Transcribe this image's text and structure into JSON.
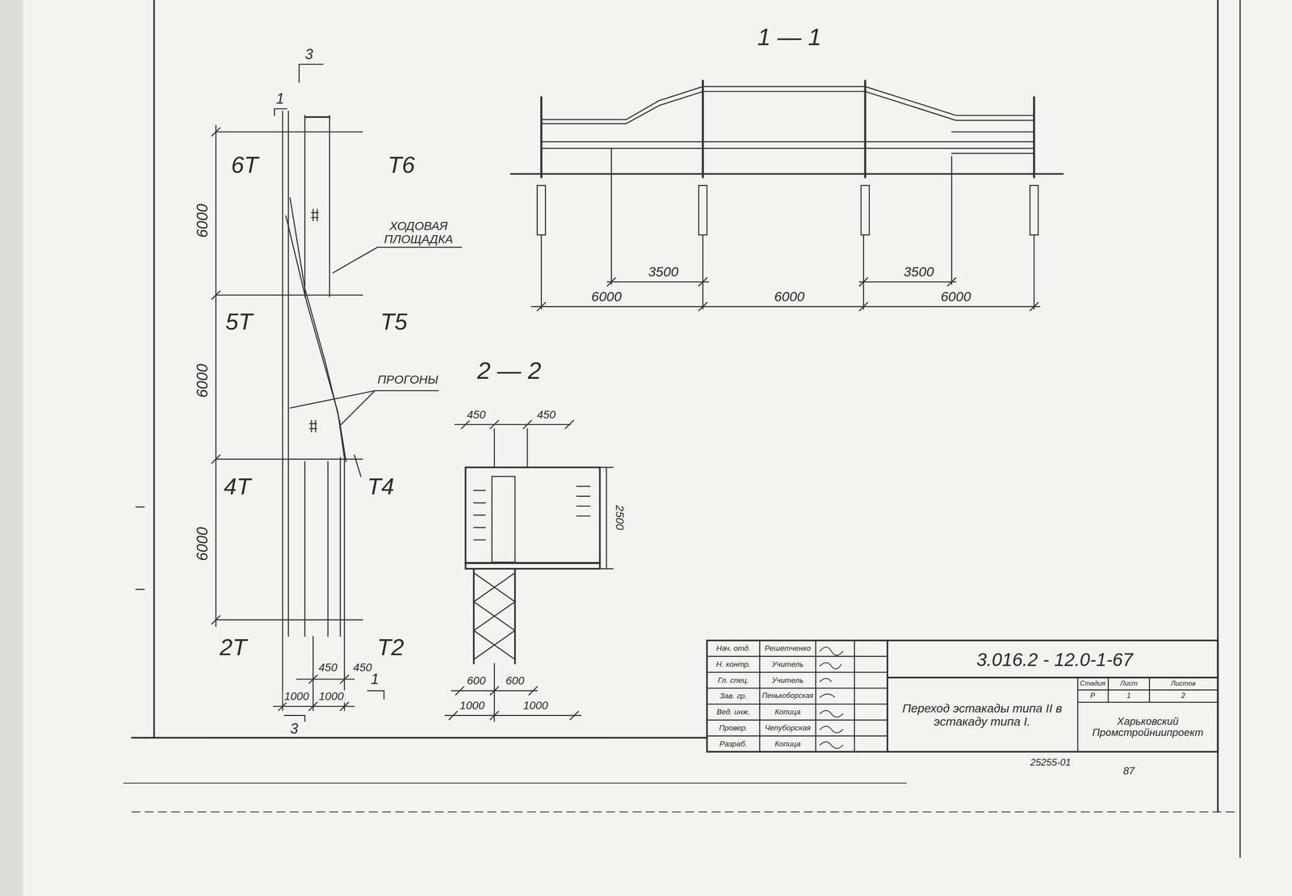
{
  "diagram": {
    "labels": [
      "3",
      "1",
      "6Т",
      "Т6",
      "6000",
      "ХОДОВАЯ ПЛОЩАДКА",
      "5Т",
      "Т5",
      "6000",
      "ПРОГОНЫ",
      "4Т",
      "Т4",
      "6000",
      "2Т",
      "Т2",
      "450",
      "450",
      "1000",
      "1000",
      "1",
      "3",
      "1 — 1",
      "3500",
      "6000",
      "6000",
      "3500",
      "6000",
      "2 — 2",
      "450",
      "450",
      "2500",
      "600",
      "600",
      "1000",
      "1000",
      "Нач. отд.",
      "Решетченко",
      "Н. контр.",
      "Учитель",
      "Гл. спец.",
      "Учитель",
      "Зав. гр.",
      "Пенькоборская",
      "Вед. инж.",
      "Копица",
      "Провер.",
      "Чепуборская",
      "Разраб.",
      "Копица",
      "3.016.2 - 12.0-1-67",
      "Переход эстакады типа II в эстакаду типа I.",
      "Стадия",
      "Лист",
      "Листов",
      "Р",
      "1",
      "2",
      "Харьковский Промстройниипроект",
      "25255-01",
      "87"
    ]
  }
}
